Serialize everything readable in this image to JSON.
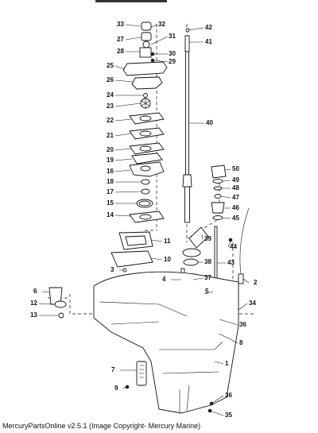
{
  "caption": "MercuryPartsOnline v2.5.1 (Image Copyright- Mercury Marine)",
  "callouts": [
    "33",
    "32",
    "27",
    "31",
    "42",
    "28",
    "30",
    "41",
    "29",
    "25",
    "26",
    "24",
    "23",
    "22",
    "40",
    "21",
    "20",
    "19",
    "16",
    "50",
    "49",
    "18",
    "48",
    "47",
    "17",
    "46",
    "15",
    "45",
    "14",
    "39",
    "11",
    "44",
    "10",
    "38",
    "43",
    "3",
    "37",
    "4",
    "2",
    "6",
    "5",
    "12",
    "34",
    "36",
    "13",
    "8",
    "1",
    "7",
    "9",
    "36",
    "35"
  ]
}
